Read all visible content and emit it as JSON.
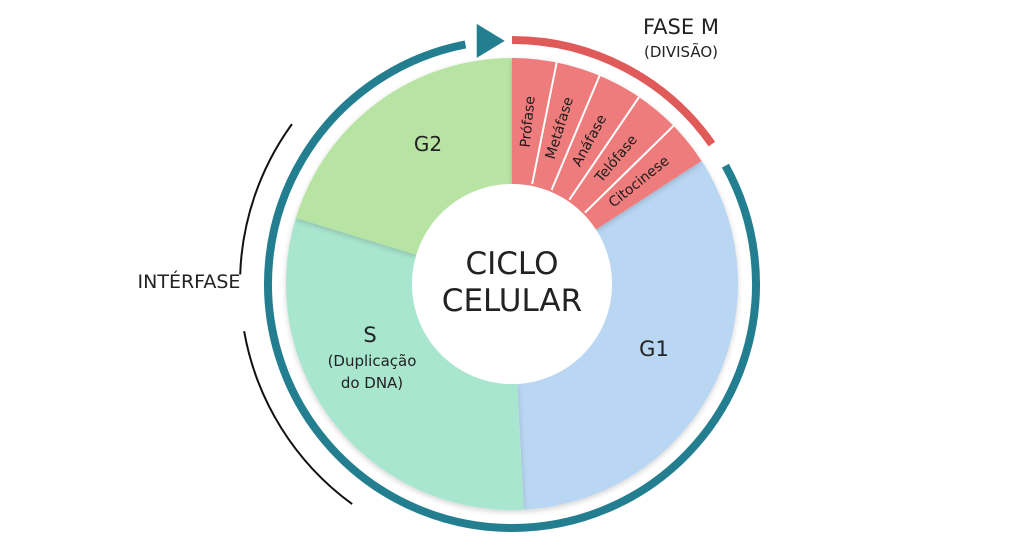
{
  "diagram": {
    "center_title": [
      "CICLO",
      "CELULAR"
    ],
    "interphase_label": "INTÉRFASE",
    "m_phase": {
      "title": "FASE M",
      "subtitle": "(DIVISÃO)"
    },
    "phases": [
      {
        "label": "G1",
        "color": "#b9d6f2"
      },
      {
        "label": "S",
        "lines": [
          "(Duplicação",
          "do DNA)"
        ],
        "color": "#a9e6cf"
      },
      {
        "label": "G2",
        "color": "#b8e4a3"
      }
    ],
    "mitosis_stages": [
      "Prófase",
      "Metáfase",
      "Anáfase",
      "Telófase",
      "Citocinese"
    ],
    "colors": {
      "arc": "#237f8f",
      "m_phase": "#ee7b7b",
      "m_phase_outer": "#e05a5a",
      "g1": "#b9d6f2",
      "s": "#a9e6cf",
      "g2": "#b8e4a3",
      "text": "#222222"
    }
  }
}
